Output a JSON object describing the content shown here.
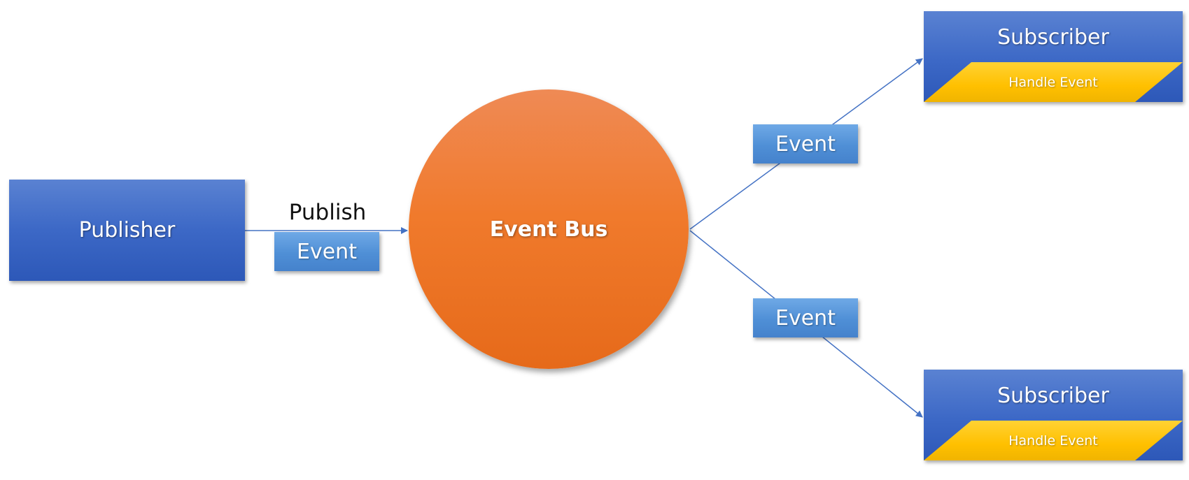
{
  "publisher": {
    "label": "Publisher"
  },
  "publish_edge": {
    "label": "Publish",
    "event_label": "Event"
  },
  "event_bus": {
    "label": "Event Bus"
  },
  "subscribers": [
    {
      "label": "Subscriber",
      "handler_label": "Handle Event",
      "event_label": "Event"
    },
    {
      "label": "Subscriber",
      "handler_label": "Handle Event",
      "event_label": "Event"
    }
  ],
  "colors": {
    "box_blue": "#4472c4",
    "event_blue": "#5b9bd5",
    "bus_orange": "#ed7d31",
    "handler_yellow": "#ffc000",
    "connector": "#4472c4"
  }
}
